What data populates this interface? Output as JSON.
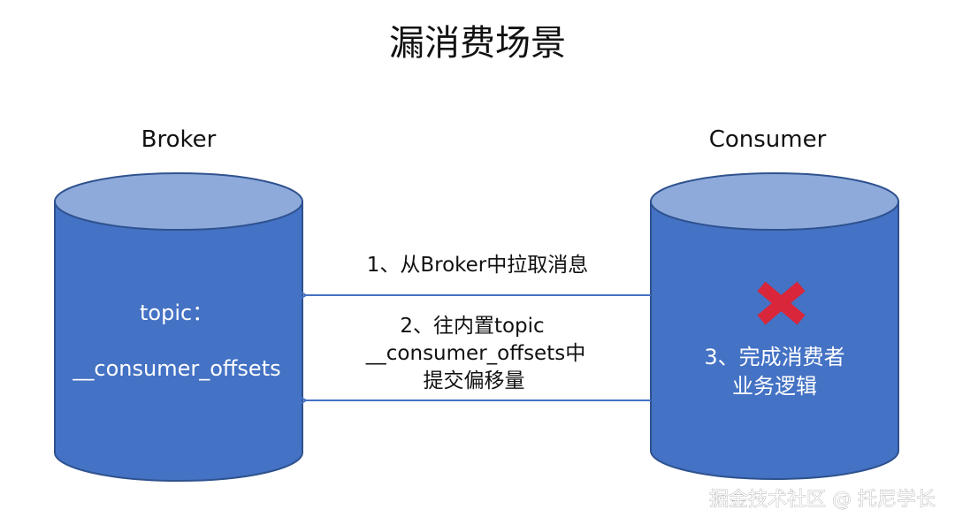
{
  "title": "漏消费场景",
  "broker": {
    "header": "Broker",
    "label_line1": "topic：",
    "label_line2": "__consumer_offsets"
  },
  "consumer": {
    "header": "Consumer",
    "label_line1": "3、完成消费者",
    "label_line2": "业务逻辑",
    "status_icon": "red-x-icon"
  },
  "arrows": {
    "pull_label": "1、从Broker中拉取消息",
    "commit_label_line1": "2、往内置topic",
    "commit_label_line2": "__consumer_offsets中",
    "commit_label_line3": "提交偏移量"
  },
  "watermark": "掘金技术社区 @ 托尼学长",
  "colors": {
    "cylinder_body": "#4472c4",
    "cylinder_top": "#8eaadb",
    "cylinder_edge": "#2f528f",
    "arrow": "#4472c4",
    "cross": "#d9263a"
  }
}
